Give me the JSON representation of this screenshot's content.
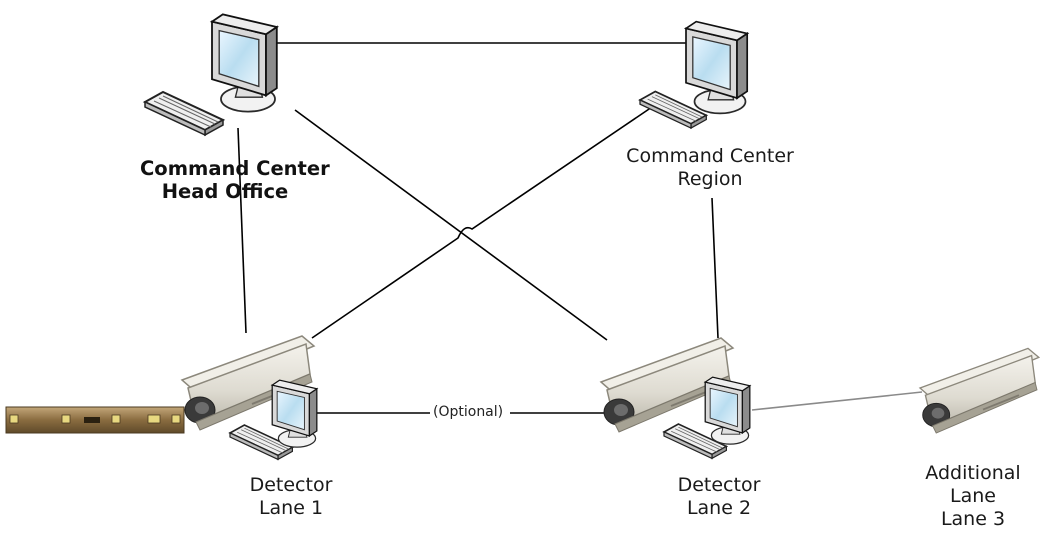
{
  "nodes": {
    "head_office": {
      "line1": "Command Center",
      "line2": "Head Office"
    },
    "region": {
      "line1": "Command Center",
      "line2": "Region"
    },
    "lane1": {
      "line1": "Detector",
      "line2": "Lane 1"
    },
    "lane2": {
      "line1": "Detector",
      "line2": "Lane 2"
    },
    "lane3": {
      "line1": "Additional",
      "line2": "Lane",
      "line3": "Lane 3"
    }
  },
  "links": {
    "optional_label": "(Optional)"
  },
  "icons": {
    "computer": "desktop-computer-icon",
    "keyboard": "keyboard-icon",
    "camera": "camera-housing-icon",
    "sensor": "detector-bar-icon"
  },
  "colors": {
    "line": "#000000",
    "camera_body": "#e6e3da",
    "monitor_screen": "#b9ddf0",
    "sensor_bar": "#9a7e52"
  }
}
